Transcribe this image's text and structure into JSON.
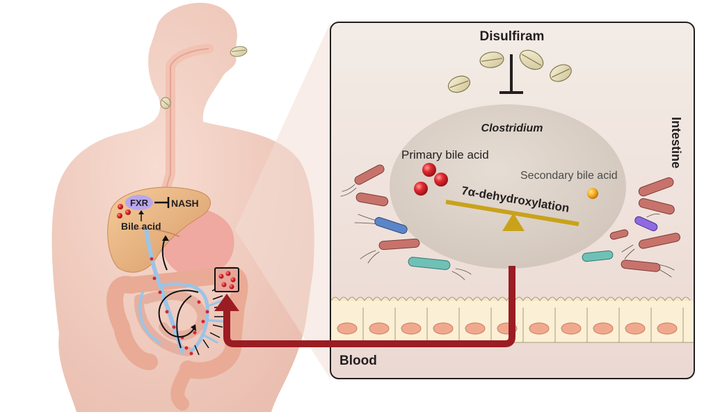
{
  "labels": {
    "disulfiram": "Disulfiram",
    "clostridium": "Clostridium",
    "primary_bile_acid": "Primary bile acid",
    "secondary_bile_acid": "Secondary bile acid",
    "dehydroxylation": "7α-dehydroxylation",
    "intestine": "Intestine",
    "blood": "Blood",
    "fxr": "FXR",
    "nash": "NASH",
    "bile_acid": "Bile acid"
  },
  "colors": {
    "inhibitor_bar": "#231f20",
    "arrow_blood": "#9b1c23",
    "bile_acid_red": "#d8272e",
    "secondary_acid": "#f4a51c",
    "balance_beam": "#c9a21a",
    "bubble": "#ddd3c9",
    "panel_bg": "#f4ebe4",
    "fxr_oval": "#b9a6ee"
  }
}
